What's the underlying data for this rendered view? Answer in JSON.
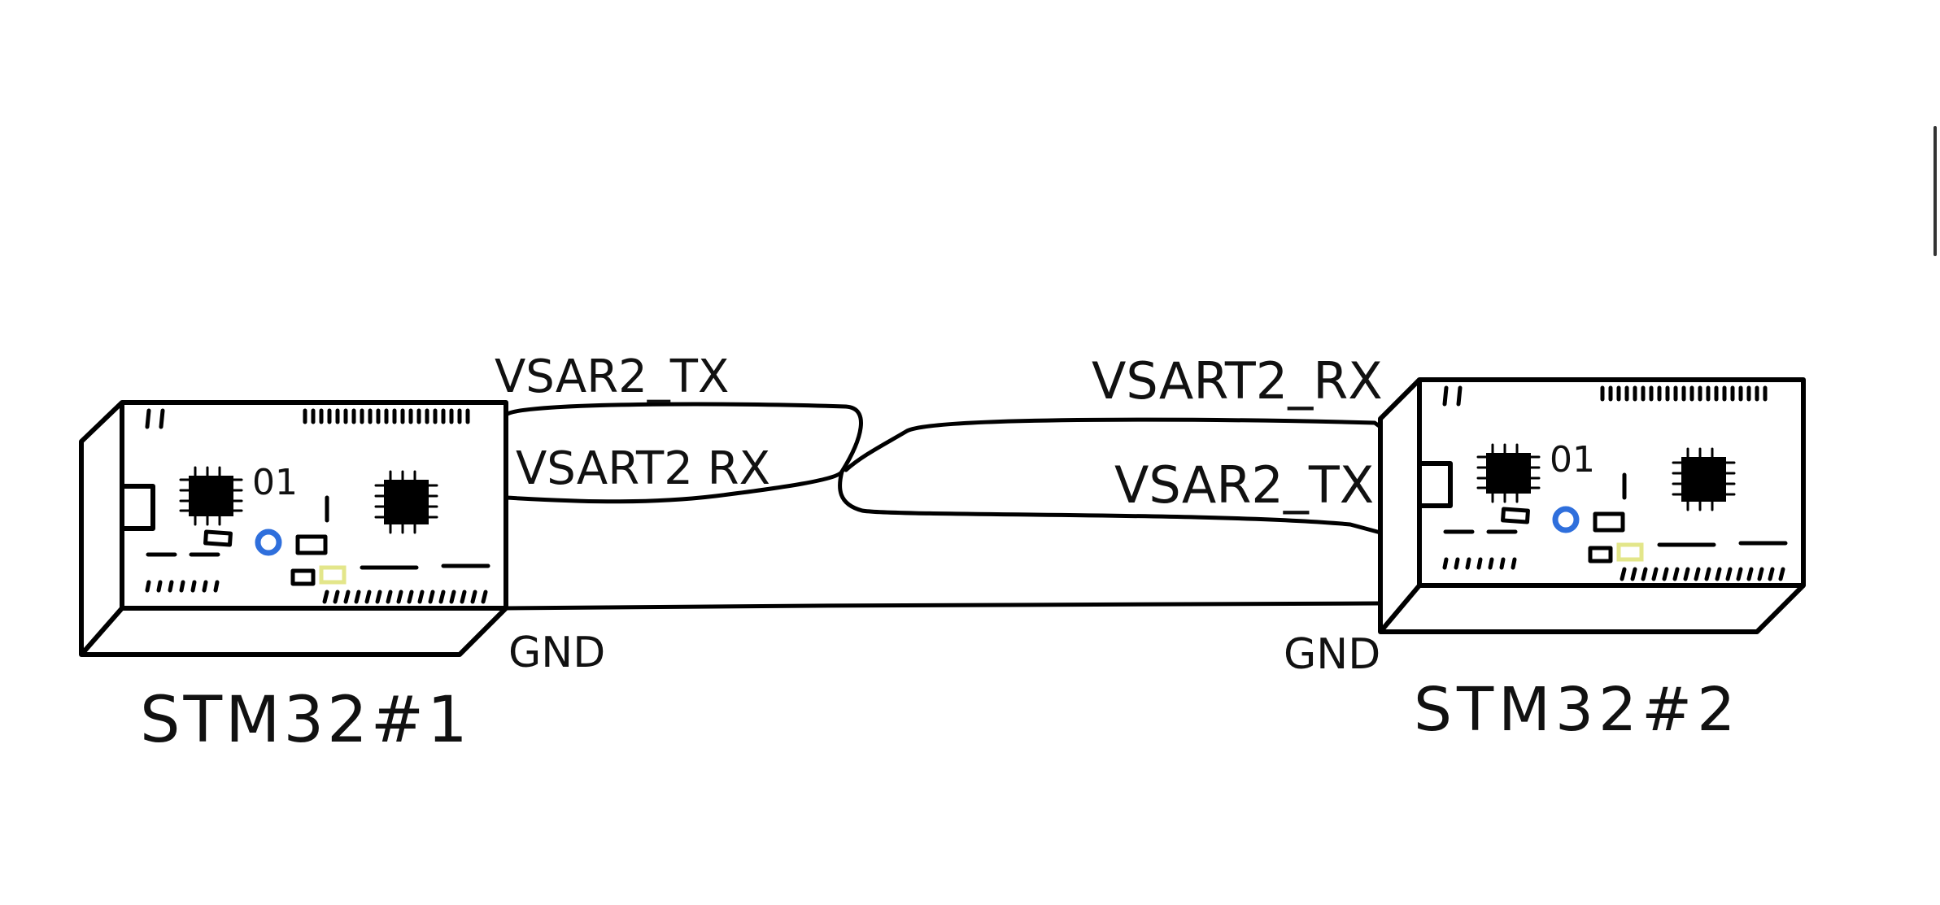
{
  "boards": [
    {
      "name": "STM32#1",
      "pin_labels": {
        "top": "VSAR2_TX",
        "middle": "VSART2 RX",
        "bottom": "GND"
      }
    },
    {
      "name": "STM32#2",
      "pin_labels": {
        "top": "VSART2_RX",
        "middle": "VSAR2_TX",
        "bottom": "GND"
      }
    }
  ],
  "chip_marks": [
    "01",
    "1"
  ],
  "colors": {
    "led_blue": "#2f6fdc",
    "led_yellow": "#e3e68a",
    "ink": "#000000"
  }
}
